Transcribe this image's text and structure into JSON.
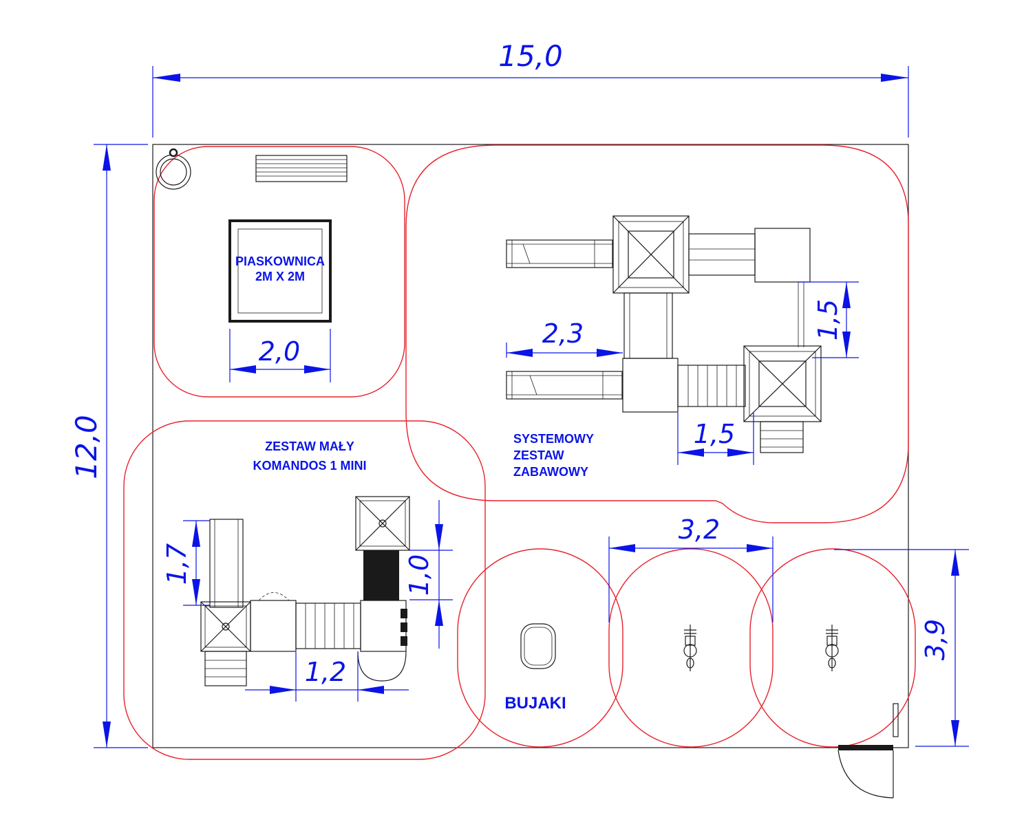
{
  "dimensions": {
    "total_width": "15,0",
    "total_height": "12,0",
    "sandbox_width": "2,0",
    "slide_length": "2,3",
    "system_gap_vertical": "1,5",
    "system_gap_horizontal": "1,5",
    "springers_zone_width": "3,2",
    "springers_zone_height": "3,9",
    "mini_height_left": "1,7",
    "mini_height_right": "1,0",
    "mini_bridge": "1,2"
  },
  "labels": {
    "sandbox_line1": "PIASKOWNICA",
    "sandbox_line2": "2M X 2M",
    "mini_line1": "ZESTAW MAŁY",
    "mini_line2": "KOMANDOS 1 MINI",
    "system_line1": "SYSTEMOWY",
    "system_line2": "ZESTAW",
    "system_line3": "ZABAWOWY",
    "springers": "BUJAKI"
  },
  "colors": {
    "dimension": "#0a14e6",
    "zone": "#e8202a",
    "equipment": "#1a1a1a"
  }
}
